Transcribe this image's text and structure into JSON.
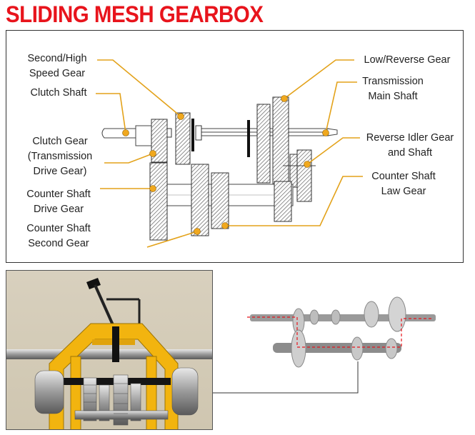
{
  "title": "SLIDING MESH GEARBOX",
  "labels": {
    "second_high_speed_gear": [
      "Second/High",
      "Speed Gear"
    ],
    "clutch_shaft": [
      "Clutch Shaft"
    ],
    "clutch_gear": [
      "Clutch Gear",
      "(Transmission",
      "Drive Gear)"
    ],
    "counter_shaft_drive_gear": [
      "Counter Shaft",
      "Drive Gear"
    ],
    "counter_shaft_second_gear": [
      "Counter Shaft",
      "Second Gear"
    ],
    "low_reverse_gear": [
      "Low/Reverse Gear"
    ],
    "transmission_main_shaft": [
      "Transmission",
      "Main Shaft"
    ],
    "reverse_idler_gear_and_shaft": [
      "Reverse Idler Gear",
      "and Shaft"
    ],
    "counter_shaft_law_gear": [
      "Counter Shaft",
      "Law Gear"
    ]
  },
  "colors": {
    "title": "#e8141c",
    "leader": "#e3a21a",
    "callout_dot": "#f0a81e",
    "frame_yellow": "#f2b40f"
  }
}
